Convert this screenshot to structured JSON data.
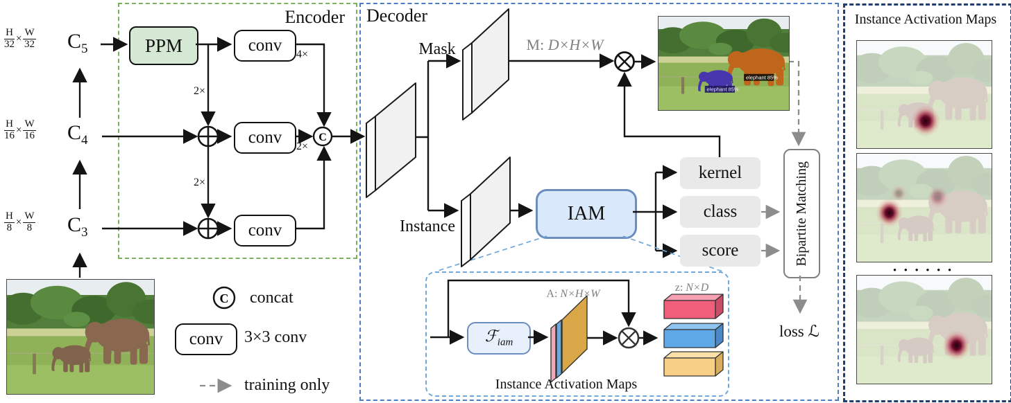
{
  "pyramid": {
    "times": "×",
    "levels": [
      {
        "h_num": "H",
        "h_den": "32",
        "w_num": "W",
        "w_den": "32",
        "c": "C",
        "c_sub": "5"
      },
      {
        "h_num": "H",
        "h_den": "16",
        "w_num": "W",
        "w_den": "16",
        "c": "C",
        "c_sub": "4"
      },
      {
        "h_num": "H",
        "h_den": "8",
        "w_num": "W",
        "w_den": "8",
        "c": "C",
        "c_sub": "3"
      }
    ]
  },
  "encoder": {
    "title": "Encoder",
    "ppm_label": "PPM",
    "conv_label_1": "conv",
    "conv_label_2": "conv",
    "conv_label_3": "conv",
    "scale_4x": "4×",
    "scale_2x_conv": "2×",
    "scale_2x_a": "2×",
    "scale_2x_b": "2×",
    "concat_symbol": "C"
  },
  "decoder": {
    "title": "Decoder",
    "mask_label": "Mask",
    "instance_label": "Instance",
    "m_prefix": "M:",
    "m_dims": "D×H×W",
    "iam_label": "IAM",
    "kernel_label": "kernel",
    "class_label": "class",
    "score_label": "score",
    "bipartite_label": "Bipartite Matching",
    "loss_label": "loss ℒ"
  },
  "iam_detail": {
    "f_main": "ℱ",
    "f_sub": "iam",
    "a_prefix": "A:",
    "a_dims": "N×H×W",
    "z_prefix": "z:",
    "z_dims": "N×D",
    "caption": "Instance Activation Maps"
  },
  "legend": {
    "concat_symbol": "C",
    "concat_text": "concat",
    "conv_label": "conv",
    "conv_text": "3×3 conv",
    "training_text": "training only"
  },
  "right_panel": {
    "title": "Instance Activation Maps",
    "dots": "• • • • • •"
  },
  "output_image": {
    "label_big": "elephant 85%",
    "label_small": "elephant 85%"
  },
  "colors": {
    "encoder_border": "#7cb05e",
    "decoder_border": "#4d7cc7",
    "panel_border": "#1f3d6e",
    "ppm_fill": "#d5e8d4",
    "iam_fill": "#dae8fc",
    "iam_border": "#6c8ebf",
    "gray_fill": "#e9e9e9",
    "dim_text": "#7f7f7f",
    "bar_pink": "#ef5f7b",
    "bar_blue": "#5fa8e8",
    "bar_yellow": "#f8d085",
    "mask_big": "#c0661c",
    "mask_small": "#4736ae"
  }
}
